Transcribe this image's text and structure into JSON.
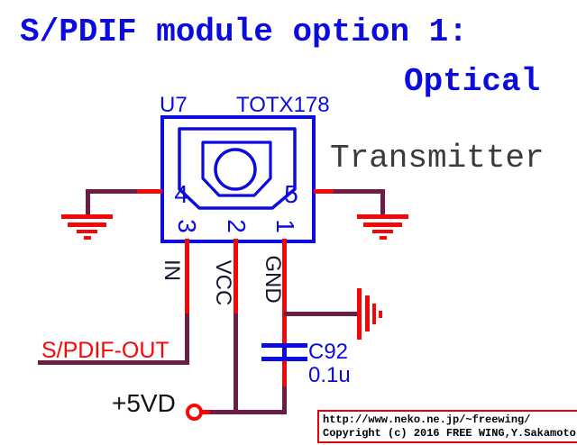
{
  "title": "S/PDIF module option 1:",
  "heading_optical": "Optical",
  "heading_transmitter": "Transmitter",
  "component": {
    "refdes": "U7",
    "part": "TOTX178",
    "pin4": "4",
    "pin5": "5",
    "pin3": "3",
    "pin2": "2",
    "pin1": "1",
    "sig_in": "IN",
    "sig_vcc": "VCC",
    "sig_gnd": "GND"
  },
  "labels": {
    "spdif_out": "S/PDIF-OUT",
    "supply": "+5VD"
  },
  "capacitor": {
    "refdes": "C92",
    "value": "0.1u"
  },
  "watermark": {
    "line1": "http://www.neko.ne.jp/~freewing/",
    "line2": "Copyright (c) 2016 FREE WING,Y.Sakamoto"
  },
  "colors": {
    "schematic_blue": "#0b0bdf",
    "wire_red": "#f50707",
    "wire_maroon": "#6d1c46",
    "signal_text": "#16162f",
    "transmitter_gray": "#3b3b3b",
    "text_black": "#131318",
    "watermark_border": "#e60000"
  }
}
